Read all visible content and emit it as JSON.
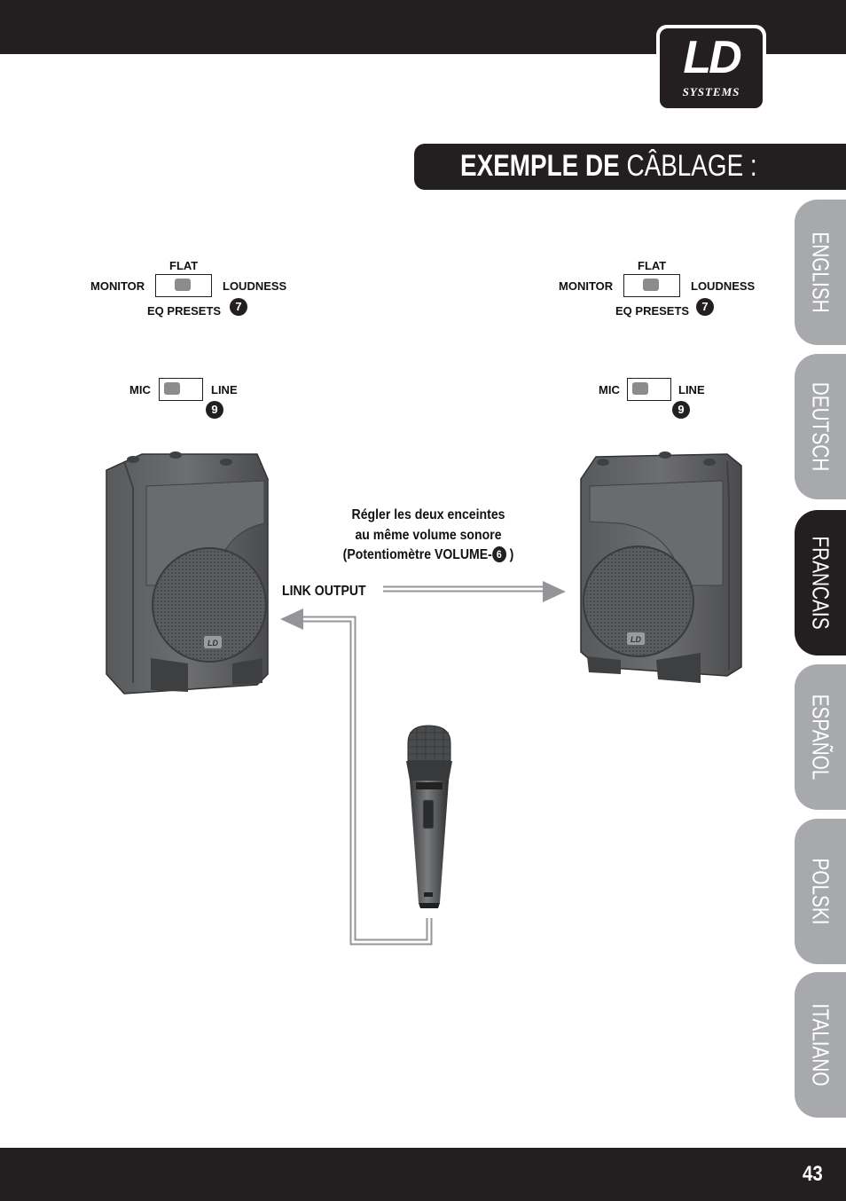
{
  "header": {
    "brand_main": "LD",
    "brand_sub": "SYSTEMS"
  },
  "section_title": {
    "bold": "EXEMPLE DE",
    "light": "CÂBLAGE :"
  },
  "languages": [
    {
      "label": "ENGLISH",
      "active": false
    },
    {
      "label": "DEUTSCH",
      "active": false
    },
    {
      "label": "FRANCAIS",
      "active": true
    },
    {
      "label": "ESPAÑOL",
      "active": false
    },
    {
      "label": "POLSKI",
      "active": false
    },
    {
      "label": "ITALIANO",
      "active": false
    }
  ],
  "eq_switch": {
    "top": "FLAT",
    "left": "MONITOR",
    "right": "LOUDNESS",
    "caption": "EQ PRESETS",
    "badge": "7"
  },
  "input_switch": {
    "left": "MIC",
    "right": "LINE",
    "badge": "9"
  },
  "instruction": {
    "line1": "Régler les deux enceintes",
    "line2": "au même volume sonore",
    "line3": "(Potentiomètre VOLUME-",
    "badge": "6",
    "close": " )"
  },
  "link_output": "LINK OUTPUT",
  "page_number": "43"
}
